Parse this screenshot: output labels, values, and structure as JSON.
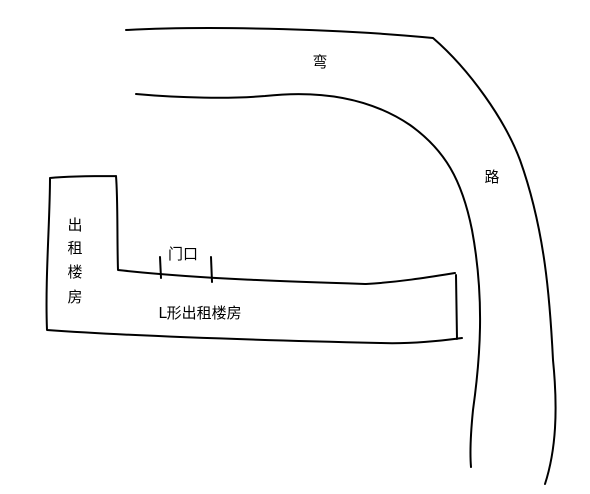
{
  "map": {
    "road_label_top": "弯",
    "road_label_side": "路",
    "building_vertical_label": [
      "出",
      "租",
      "楼",
      "房"
    ],
    "entrance_label": "门口",
    "building_label": "L形出租楼房"
  },
  "colors": {
    "background": "#ffffff",
    "ink": "#000000"
  }
}
